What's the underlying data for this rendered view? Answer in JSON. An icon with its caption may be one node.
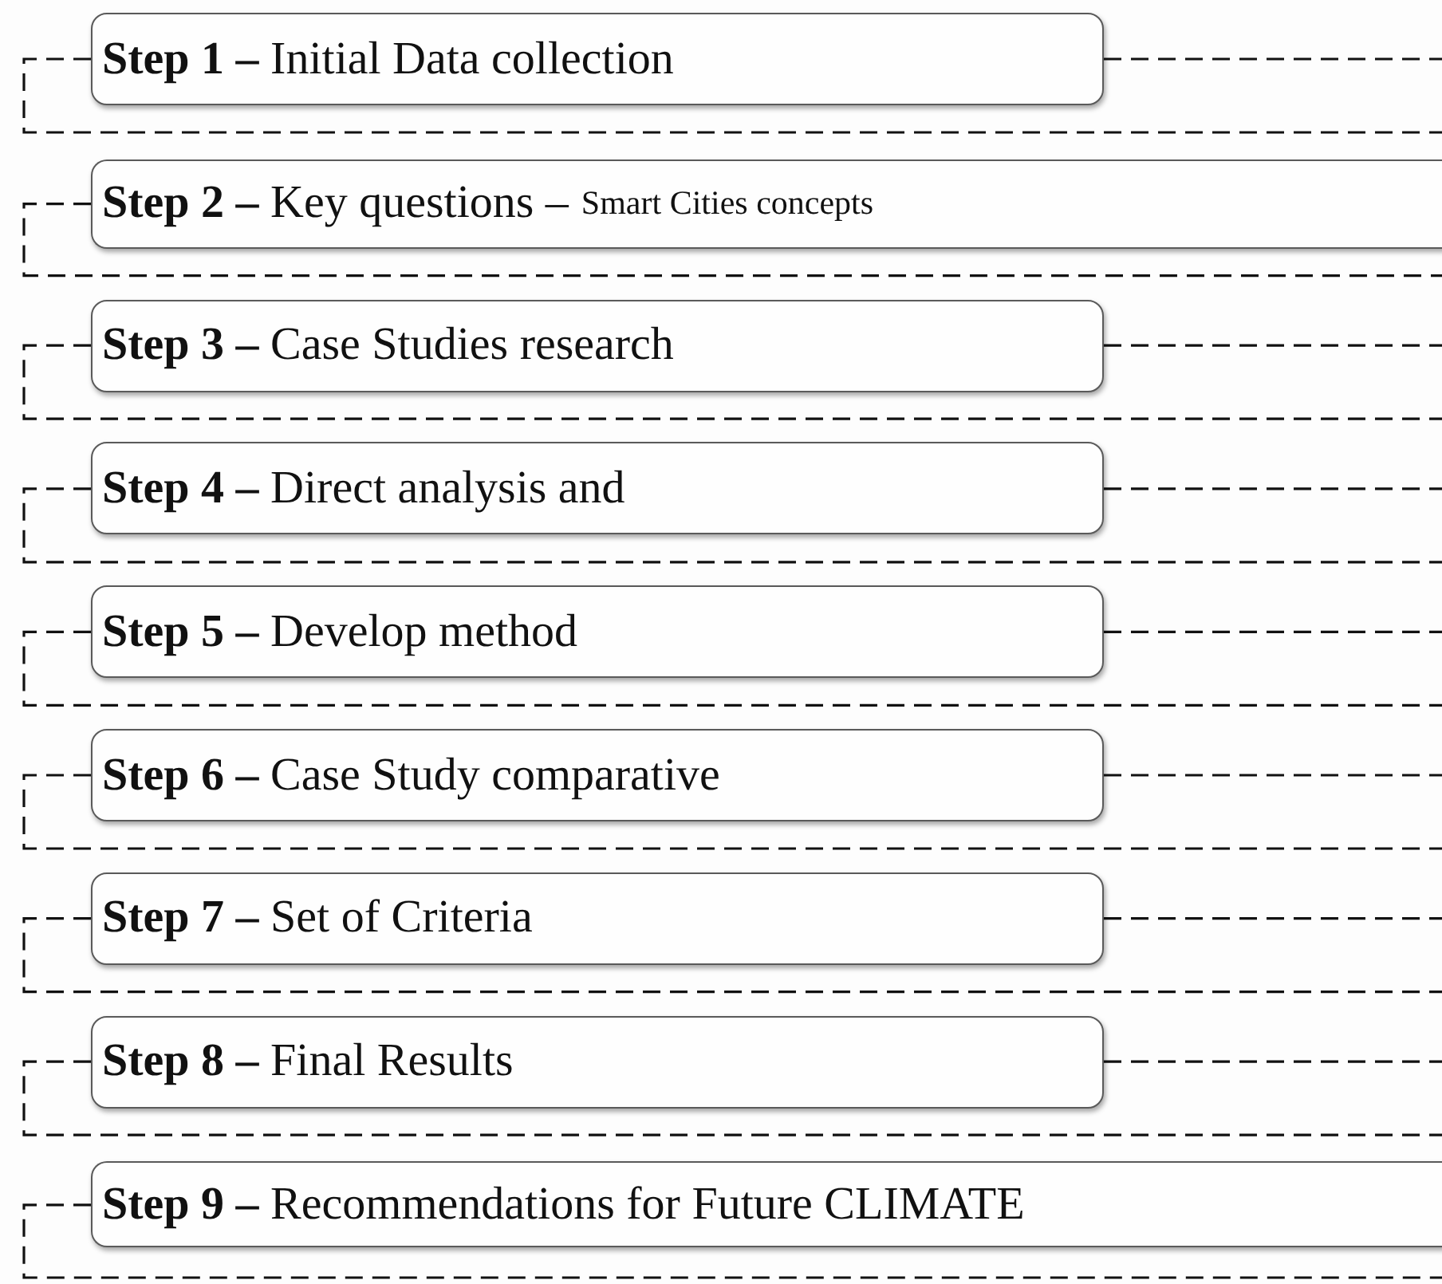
{
  "diagram": {
    "nodes": [
      {
        "text": [
          "**Step 1 –** Initial Data collection"
        ]
      },
      {
        "text": [
          "**Step 2 –** Key questions –",
          "Smart Cities concepts"
        ]
      },
      {
        "text": [
          "**Step 3 –** Case Studies research"
        ]
      },
      {
        "text": [
          "**Step 4 –** Direct analysis and"
        ]
      },
      {
        "text": [
          "**Step 5 –** Develop method"
        ]
      },
      {
        "text": [
          "**Step 6 –** Case Study comparative"
        ]
      },
      {
        "text": [
          "**Step 7 –** Set of Criteria"
        ]
      },
      {
        "text": [
          "**Step 8 –** Final Results"
        ]
      },
      {
        "text": [
          "**Step 9 –** Recommendations for Future CLIMATE"
        ]
      }
    ],
    "edges": [
      {
        "from": 0,
        "to": null,
        "arrow": "none",
        "style": "dashed"
      },
      {
        "from": 0,
        "to": null,
        "arrow": "none",
        "style": "dashed"
      },
      {
        "from": 1,
        "to": null,
        "arrow": "none",
        "style": "dashed"
      },
      {
        "from": 2,
        "to": null,
        "arrow": "none",
        "style": "dashed"
      },
      {
        "from": 2,
        "to": null,
        "arrow": "none",
        "style": "dashed"
      },
      {
        "from": 3,
        "to": null,
        "arrow": "none",
        "style": "dashed"
      },
      {
        "from": 3,
        "to": null,
        "arrow": "none",
        "style": "dashed"
      },
      {
        "from": 4,
        "to": null,
        "arrow": "none",
        "style": "dashed"
      },
      {
        "from": 4,
        "to": null,
        "arrow": "none",
        "style": "dashed"
      },
      {
        "from": 5,
        "to": null,
        "arrow": "none",
        "style": "dashed"
      },
      {
        "from": 5,
        "to": null,
        "arrow": "none",
        "style": "dashed"
      },
      {
        "from": 6,
        "to": null,
        "arrow": "none",
        "style": "dashed"
      },
      {
        "from": 6,
        "to": null,
        "arrow": "none",
        "style": "dashed"
      },
      {
        "from": 7,
        "to": null,
        "arrow": "none",
        "style": "dashed"
      },
      {
        "from": 7,
        "to": null,
        "arrow": "none",
        "style": "dashed"
      },
      {
        "from": 8,
        "to": null,
        "arrow": "none",
        "style": "dashed"
      }
    ]
  }
}
